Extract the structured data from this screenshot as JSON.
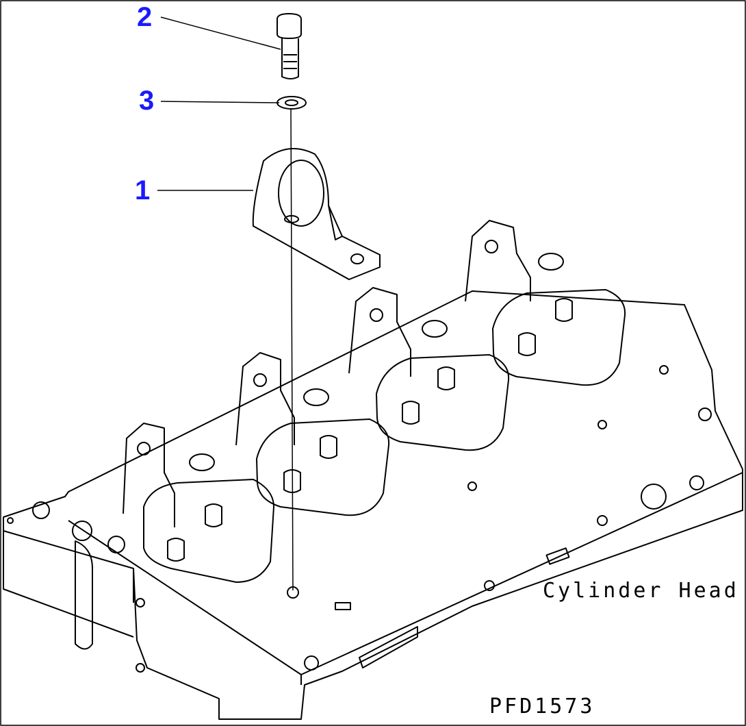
{
  "callouts": [
    {
      "number": "2",
      "part": "bolt"
    },
    {
      "number": "3",
      "part": "washer"
    },
    {
      "number": "1",
      "part": "bracket"
    }
  ],
  "caption": "Cylinder Head",
  "figure_code": "PFD1573",
  "colors": {
    "callout": "#1a1aff",
    "line": "#000000"
  }
}
